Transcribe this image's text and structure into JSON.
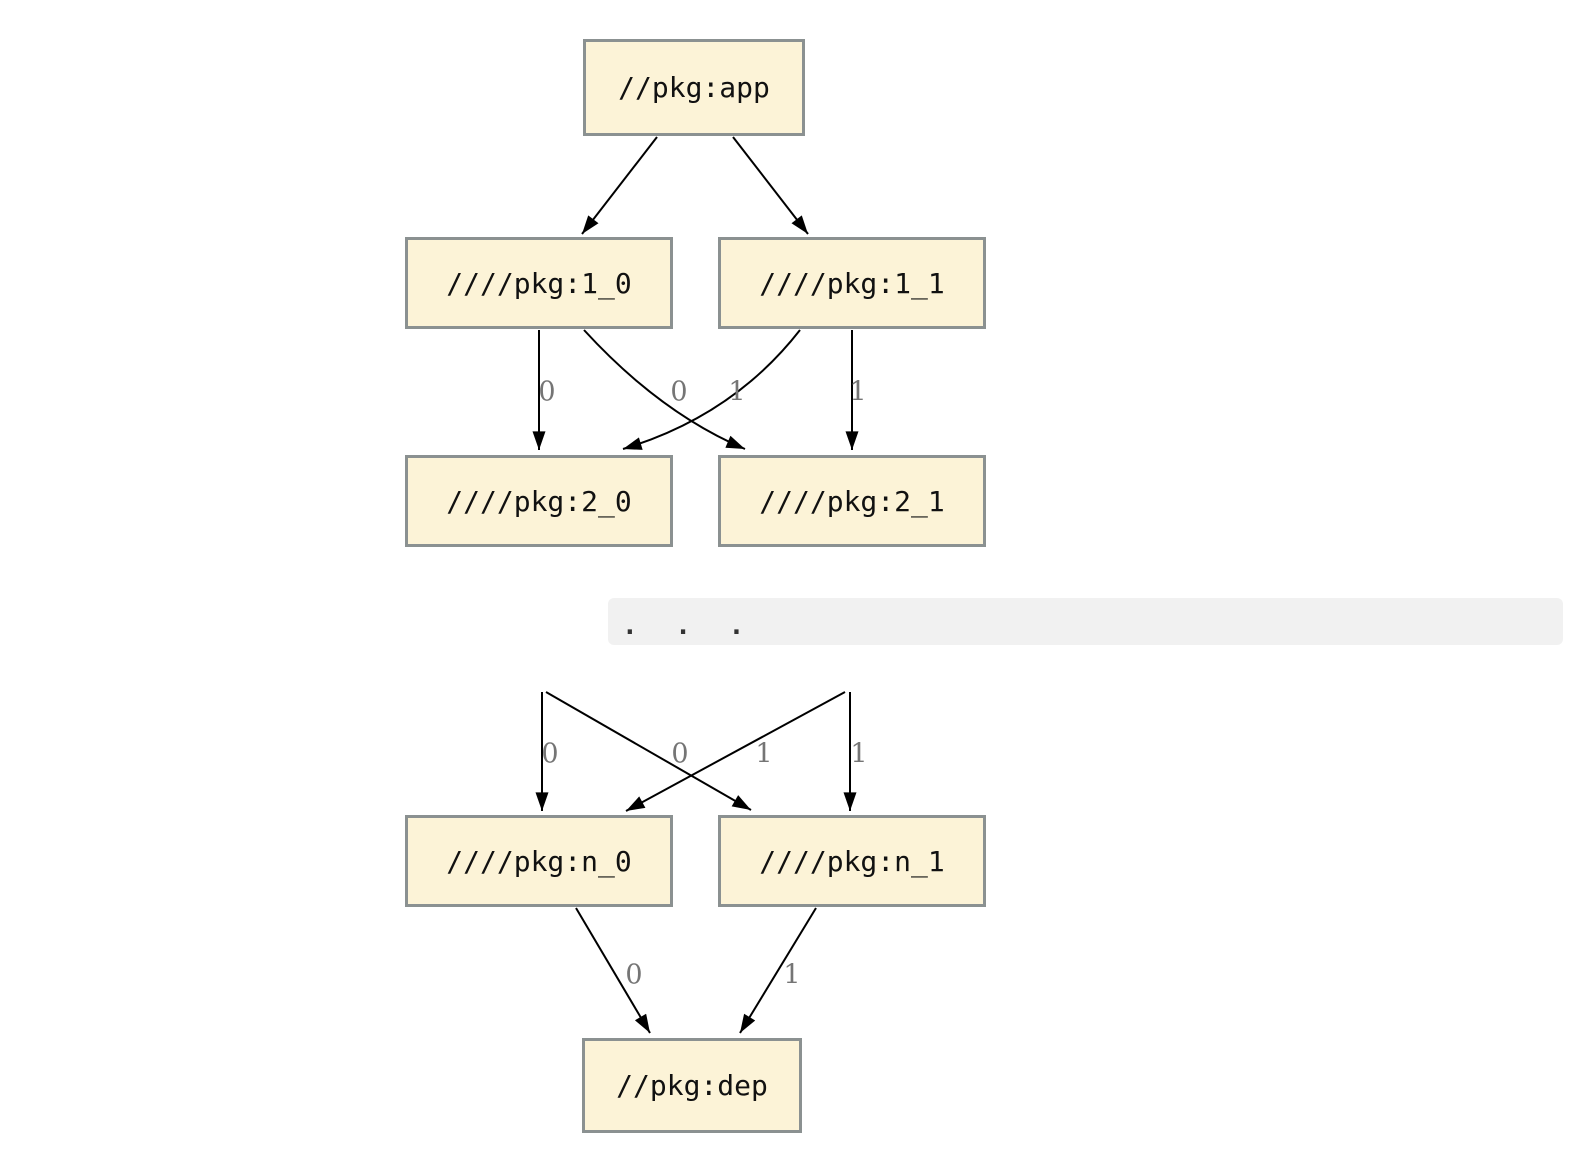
{
  "diagram": {
    "type": "dependency-graph",
    "nodes": [
      {
        "id": "app",
        "label": "//pkg:app"
      },
      {
        "id": "1_0",
        "label": "////pkg:1_0"
      },
      {
        "id": "1_1",
        "label": "////pkg:1_1"
      },
      {
        "id": "2_0",
        "label": "////pkg:2_0"
      },
      {
        "id": "2_1",
        "label": "////pkg:2_1"
      },
      {
        "id": "n_0",
        "label": "////pkg:n_0"
      },
      {
        "id": "n_1",
        "label": "////pkg:n_1"
      },
      {
        "id": "dep",
        "label": "//pkg:dep"
      }
    ],
    "edges": [
      {
        "from": "//pkg:app",
        "to": "////pkg:1_0",
        "label": ""
      },
      {
        "from": "//pkg:app",
        "to": "////pkg:1_1",
        "label": ""
      },
      {
        "from": "////pkg:1_0",
        "to": "////pkg:2_0",
        "label": "0"
      },
      {
        "from": "////pkg:1_1",
        "to": "////pkg:2_0",
        "label": "0"
      },
      {
        "from": "////pkg:1_0",
        "to": "////pkg:2_1",
        "label": "1"
      },
      {
        "from": "////pkg:1_1",
        "to": "////pkg:2_1",
        "label": "1"
      },
      {
        "from": "...",
        "to": "////pkg:n_0",
        "label": "0"
      },
      {
        "from": "...",
        "to": "////pkg:n_0",
        "label": "0"
      },
      {
        "from": "...",
        "to": "////pkg:n_1",
        "label": "1"
      },
      {
        "from": "...",
        "to": "////pkg:n_1",
        "label": "1"
      },
      {
        "from": "////pkg:n_0",
        "to": "//pkg:dep",
        "label": "0"
      },
      {
        "from": "////pkg:n_1",
        "to": "//pkg:dep",
        "label": "1"
      }
    ],
    "ellipsis": ". . .",
    "colors": {
      "node_fill": "#fcf3d7",
      "node_border": "#8b9191",
      "edge": "#000000",
      "edge_label": "#757575",
      "ellipsis_bar": "#f1f1f1",
      "ellipsis_dots": "#333333"
    }
  }
}
